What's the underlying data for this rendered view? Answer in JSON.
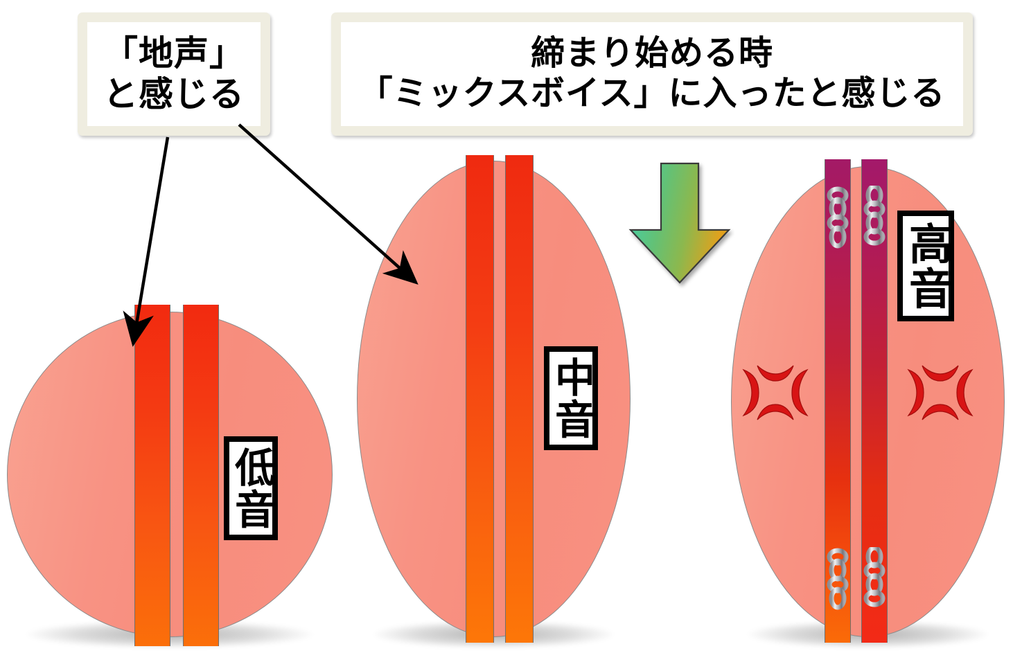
{
  "callouts": [
    {
      "id": "jigoe",
      "line1": "「地声」",
      "line2": "と感じる"
    },
    {
      "id": "mix",
      "line1": "締まり始める時",
      "line2": "「ミックスボイス」に入ったと感じる"
    }
  ],
  "folds": [
    {
      "id": "low",
      "pitch_label": "低音",
      "state": "relaxed",
      "band_top_color": "#f22a10",
      "band_bottom_color": "#fb6f0a",
      "body_color": "#f89283",
      "has_chains": false,
      "has_anger_marks": false
    },
    {
      "id": "mid",
      "pitch_label": "中音",
      "state": "stretched",
      "band_top_color": "#ef2a10",
      "band_bottom_color": "#fd7708",
      "body_color": "#f89283",
      "has_chains": false,
      "has_anger_marks": false
    },
    {
      "id": "high",
      "pitch_label": "高音",
      "state": "constricted",
      "band_top_color": "#a3196a",
      "band_bottom_color": "#f22a17",
      "body_color": "#f89283",
      "has_chains": true,
      "has_anger_marks": true,
      "chain_color": "#b8b8bc",
      "anger_mark_color": "#d81414"
    }
  ],
  "transition_arrow": {
    "direction": "down",
    "color_start": "#3fd0b0",
    "color_mid": "#6cbf6a",
    "color_end": "#e0a020"
  },
  "pointer_arrows": [
    {
      "id": "to-low-fold",
      "from": "callout-jigoe",
      "to": "low-fold"
    },
    {
      "id": "to-mid-fold",
      "from": "callout-jigoe",
      "to": "mid-fold"
    }
  ],
  "colors": {
    "callout_frame": "#efede0",
    "callout_fill": "#ffffff",
    "plate_border": "#000000",
    "background": "#ffffff"
  }
}
